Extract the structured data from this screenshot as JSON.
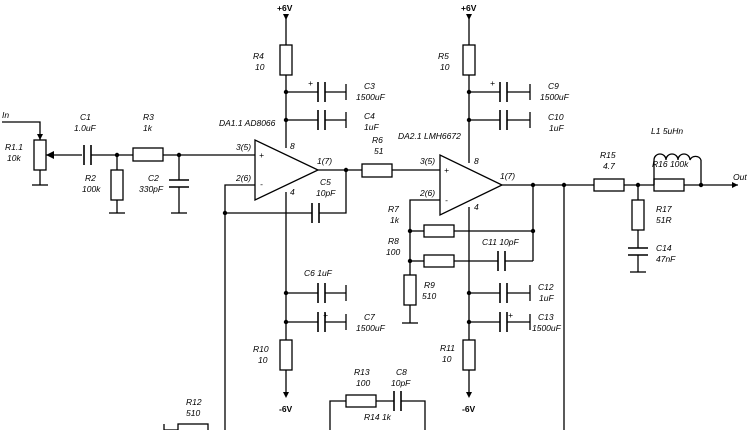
{
  "rails": {
    "pos1": "+6V",
    "pos2": "+6V",
    "neg1": "-6V",
    "neg2": "-6V"
  },
  "ports": {
    "in": "In",
    "out": "Out"
  },
  "amps": {
    "da1": {
      "name": "DA1.1 AD8066",
      "in_p": "3(5)",
      "in_n": "2(6)",
      "out": "1(7)",
      "vp": "8",
      "vn": "4"
    },
    "da2": {
      "name": "DA2.1 LMH6672",
      "in_p": "3(5)",
      "in_n": "2(6)",
      "out": "1(7)",
      "vp": "8",
      "vn": "4"
    }
  },
  "components": {
    "r1_1": {
      "ref": "R1.1",
      "value": "10k"
    },
    "c1": {
      "ref": "C1",
      "value": "1.0uF"
    },
    "r2": {
      "ref": "R2",
      "value": "100k"
    },
    "r3": {
      "ref": "R3",
      "value": "1k"
    },
    "c2": {
      "ref": "C2",
      "value": "330pF"
    },
    "r4": {
      "ref": "R4",
      "value": "10"
    },
    "c3": {
      "ref": "C3",
      "value": "1500uF"
    },
    "c4": {
      "ref": "C4",
      "value": "1uF"
    },
    "c5": {
      "ref": "C5",
      "value": "10pF"
    },
    "r6": {
      "ref": "R6",
      "value": "51"
    },
    "c6": {
      "ref": "C6 1uF",
      "value": ""
    },
    "c7": {
      "ref": "C7",
      "value": "1500uF"
    },
    "r10": {
      "ref": "R10",
      "value": "10"
    },
    "r12": {
      "ref": "R12",
      "value": "510"
    },
    "r13": {
      "ref": "R13",
      "value": "100"
    },
    "c8": {
      "ref": "C8",
      "value": "10pF"
    },
    "r14": {
      "ref": "R14 1k",
      "value": ""
    },
    "r5": {
      "ref": "R5",
      "value": "10"
    },
    "c9": {
      "ref": "C9",
      "value": "1500uF"
    },
    "c10": {
      "ref": "C10",
      "value": "1uF"
    },
    "r7": {
      "ref": "R7",
      "value": "1k"
    },
    "r8": {
      "ref": "R8",
      "value": "100"
    },
    "r9": {
      "ref": "R9",
      "value": "510"
    },
    "c11": {
      "ref": "C11 10pF",
      "value": ""
    },
    "c12": {
      "ref": "C12",
      "value": "1uF"
    },
    "c13": {
      "ref": "C13",
      "value": "1500uF"
    },
    "r11": {
      "ref": "R11",
      "value": "10"
    },
    "r15": {
      "ref": "R15",
      "value": "4.7"
    },
    "l1": {
      "ref": "L1 5uHn",
      "value": ""
    },
    "r16": {
      "ref": "R16 100k",
      "value": ""
    },
    "r17": {
      "ref": "R17",
      "value": "51R"
    },
    "c14": {
      "ref": "C14",
      "value": "47nF"
    }
  },
  "polarity_mark": "+",
  "opamp_plus": "+",
  "opamp_minus": "-"
}
